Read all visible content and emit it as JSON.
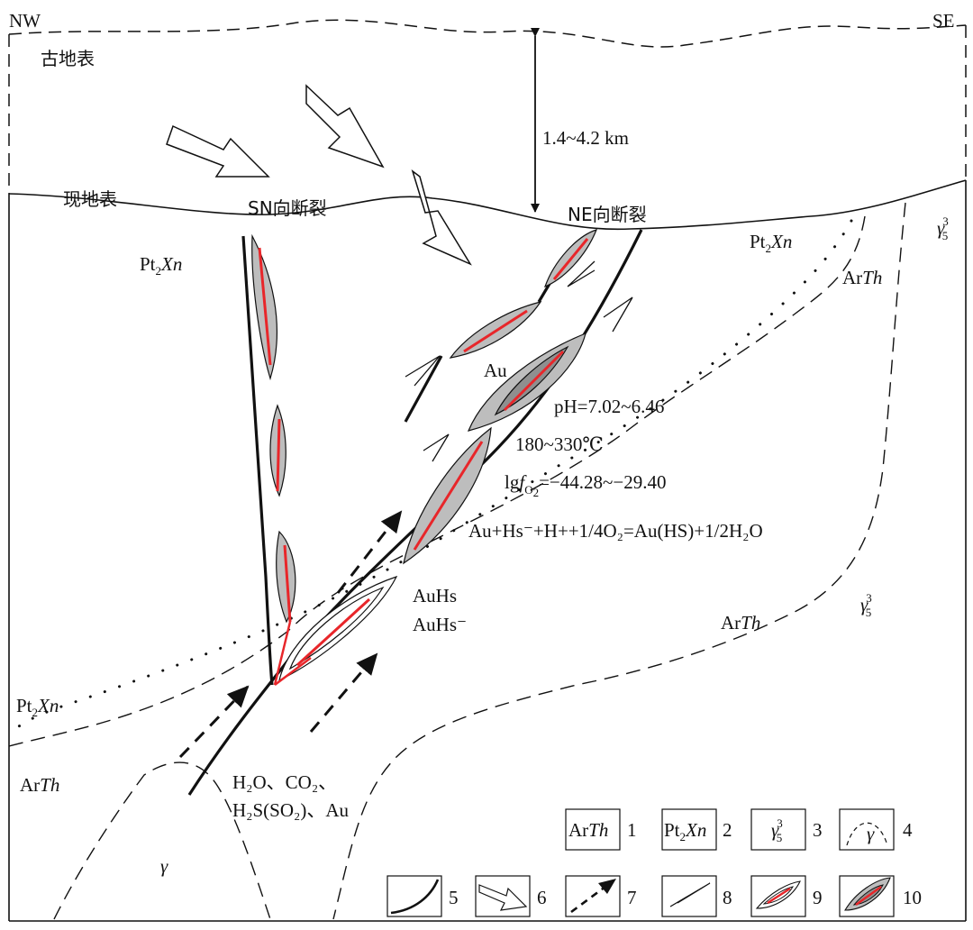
{
  "compass": {
    "left": "NW",
    "right": "SE"
  },
  "labels": {
    "paleo_surface": "古地表",
    "present_surface": "现地表",
    "sn_fault": "SN向断裂",
    "ne_fault": "NE向断裂",
    "depth": "1.4~4.2 km",
    "au": "Au",
    "ph": "pH=7.02~6.46",
    "temp": "180~330℃",
    "lgf_prefix": "lg",
    "lgf_f": "f",
    "lgf_sub": "O",
    "lgf_sub2": "2",
    "lgf_value": "=−44.28~−29.40",
    "reaction": "Au+Hs⁻+H++1/4O₂=Au(HS)+1/2H₂O",
    "auhs1": "AuHs",
    "auhs2": "AuHs⁻",
    "fluid1": "H₂O、CO₂、",
    "fluid2": "H₂S(SO₂)、Au",
    "pt_main": "Pt",
    "pt_sub": "2",
    "pt_it": "Xn",
    "ar_main": "Ar",
    "ar_it": "Th",
    "gamma": "γ",
    "gamma_sup": "3",
    "gamma_sub": "5"
  },
  "legend": [
    {
      "num": "1",
      "symbol": "ArTh"
    },
    {
      "num": "2",
      "symbol": "Pt2Xn"
    },
    {
      "num": "3",
      "symbol": "γ53"
    },
    {
      "num": "4",
      "symbol": "γ"
    },
    {
      "num": "5",
      "symbol": "fault"
    },
    {
      "num": "6",
      "symbol": "open-arrow"
    },
    {
      "num": "7",
      "symbol": "dashed-arrow"
    },
    {
      "num": "8",
      "symbol": "shear-sense"
    },
    {
      "num": "9",
      "symbol": "orebody-outline"
    },
    {
      "num": "10",
      "symbol": "orebody-filled"
    }
  ],
  "colors": {
    "line": "#111111",
    "ore": "#bdbdbd",
    "vein": "#e8262a"
  }
}
